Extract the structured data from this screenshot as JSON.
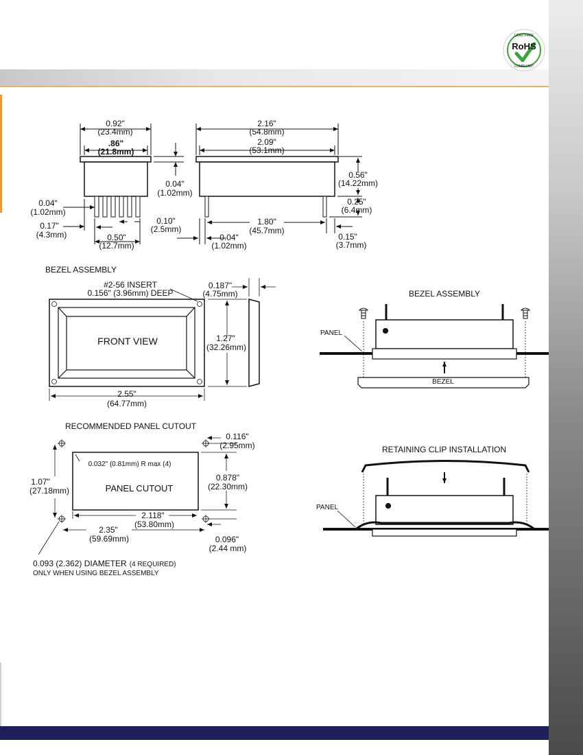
{
  "rohs": {
    "arc_text": "LEAD FREE",
    "main_text": "RoHS",
    "sub_text": "COMPLIANT"
  },
  "side_view": {
    "width_in": "0.92\"",
    "width_mm": "(23.4mm)",
    "inner_in": ".86\"",
    "inner_mm": "(21.8mm)",
    "flange_in": "0.04\"",
    "flange_mm": "(1.02mm)",
    "pin_in": "0.04\"",
    "pin_mm": "(1.02mm)",
    "edge_in": "0.17\"",
    "edge_mm": "(4.3mm)",
    "pitch_in": "0.10\"",
    "pitch_mm": "(2.5mm)",
    "span_in": "0.50\"",
    "span_mm": "(12.7mm)"
  },
  "front_top_view": {
    "width_in": "2.16\"",
    "width_mm": "(54.8mm)",
    "body_in": "2.09\"",
    "body_mm": "(53.1mm)",
    "height_in": "0.56\"",
    "height_mm": "(14.22mm)",
    "pinlen_in": "0.25\"",
    "pinlen_mm": "(6.4mm)",
    "pinspan_in": "1.80\"",
    "pinspan_mm": "(45.7mm)",
    "pinoff_in": "0.04\"",
    "pinoff_mm": "(1.02mm)",
    "right_in": "0.15\"",
    "right_mm": "(3.7mm)"
  },
  "bezel": {
    "title": "BEZEL ASSEMBLY",
    "insert_line1": "#2-56 INSERT",
    "insert_line2": "0.156\" (3.96mm) DEEP",
    "front_view": "FRONT VIEW",
    "width_in": "2.55\"",
    "width_mm": "(64.77mm)",
    "height_in": "1.27\"",
    "height_mm": "(32.26mm)",
    "depth_in": "0.187\"",
    "depth_mm": "(4.75mm)"
  },
  "bezel_assembly_side": {
    "title": "BEZEL ASSEMBLY",
    "panel": "PANEL",
    "bezel": "BEZEL"
  },
  "cutout": {
    "title": "RECOMMENDED PANEL CUTOUT",
    "radius": "0.032\" (0.81mm) R max (4)",
    "label": "PANEL CUTOUT",
    "height_in": "1.07\"",
    "height_mm": "(27.18mm)",
    "inner_h_in": "0.878\"",
    "inner_h_mm": "(22.30mm)",
    "offset_top_in": "0.116\"",
    "offset_top_mm": "(2.95mm)",
    "width_in": "2.118\"",
    "width_mm": "(53.80mm)",
    "outer_w_in": "2.35\"",
    "outer_w_mm": "(59.69mm)",
    "offset_bot_in": "0.096\"",
    "offset_bot_mm": "(2.44 mm)",
    "hole_main": "0.093 (2.362) DIAMETER",
    "hole_req": "(4 REQUIRED)",
    "hole_note": "ONLY WHEN USING BEZEL ASSEMBLY"
  },
  "clip": {
    "title": "RETAINING CLIP INSTALLATION",
    "panel": "PANEL"
  }
}
